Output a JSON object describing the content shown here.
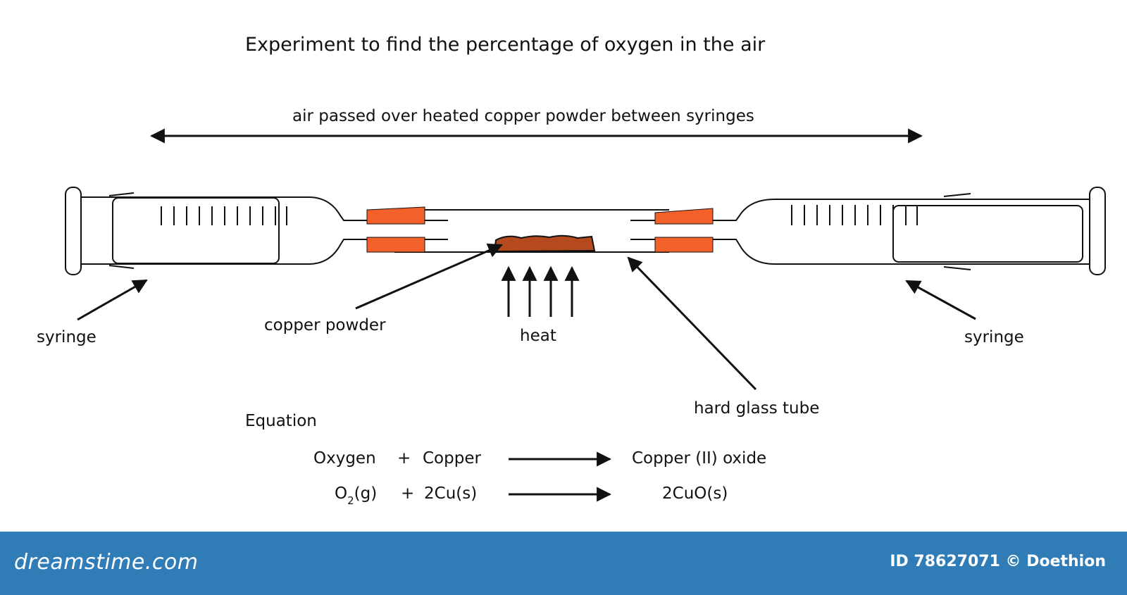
{
  "title": "Experiment to find the percentage of oxygen in the air",
  "top_arrow_label": "air passed over heated copper powder between syringes",
  "labels": {
    "syringe_left": "syringe",
    "syringe_right": "syringe",
    "copper_powder": "copper powder",
    "heat": "heat",
    "hard_glass_tube": "hard glass tube"
  },
  "equation": {
    "heading": "Equation",
    "words": {
      "reactant1": "Oxygen",
      "plus": "+",
      "reactant2": "Copper",
      "product": "Copper (II) oxide"
    },
    "symbols": {
      "o2_base": "O",
      "o2_sub": "2",
      "o2_state": "(g)",
      "plus": "+",
      "reactant2": "2Cu(s)",
      "product": "2CuO(s)"
    }
  },
  "footer": {
    "brand": "dreamstime.com",
    "credit": "ID 78627071 © Doethion"
  },
  "colors": {
    "stopper": "#f4602a",
    "copper": "#b44a1e",
    "footer_bg": "#2f7cb7",
    "line": "#111111"
  }
}
